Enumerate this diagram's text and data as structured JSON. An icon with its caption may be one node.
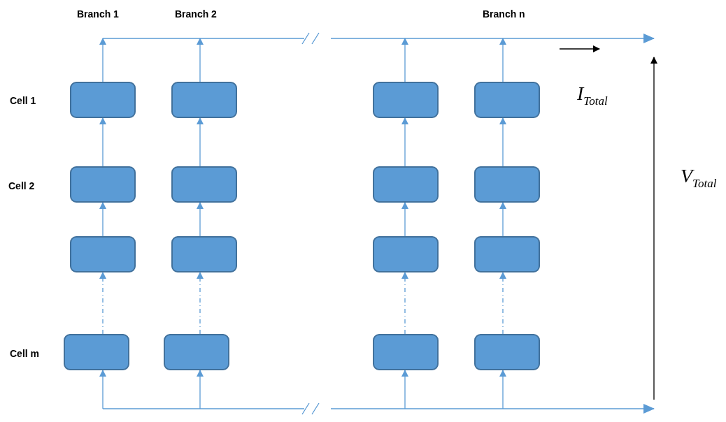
{
  "diagram": {
    "nodes": [
      {
        "text": [],
        "shape": "box"
      },
      {
        "text": [],
        "shape": "box"
      },
      {
        "text": [],
        "shape": "box"
      },
      {
        "text": [],
        "shape": "box"
      },
      {
        "text": [],
        "shape": "box"
      },
      {
        "text": [],
        "shape": "box"
      },
      {
        "text": [],
        "shape": "box"
      },
      {
        "text": [],
        "shape": "box"
      },
      {
        "text": [],
        "shape": "box"
      },
      {
        "text": [],
        "shape": "box"
      },
      {
        "text": [],
        "shape": "box"
      },
      {
        "text": [],
        "shape": "box"
      },
      {
        "text": [],
        "shape": "box"
      },
      {
        "text": [],
        "shape": "box"
      },
      {
        "text": [],
        "shape": "box"
      },
      {
        "text": [],
        "shape": "box"
      }
    ],
    "edges": [
      {
        "from": 12,
        "to": 8,
        "arrow": "to",
        "style": "dashed"
      },
      {
        "from": 13,
        "to": 9,
        "arrow": "to",
        "style": "dashed"
      },
      {
        "from": 14,
        "to": 10,
        "arrow": "to",
        "style": "dashed"
      },
      {
        "from": 15,
        "to": 11,
        "arrow": "to",
        "style": "dashed"
      },
      {
        "from": 8,
        "to": 4,
        "arrow": "to"
      },
      {
        "from": 9,
        "to": 5,
        "arrow": "to"
      },
      {
        "from": 10,
        "to": 6,
        "arrow": "to"
      },
      {
        "from": 11,
        "to": 7,
        "arrow": "to"
      },
      {
        "from": 4,
        "to": 0,
        "arrow": "to"
      },
      {
        "from": 5,
        "to": 1,
        "arrow": "to"
      },
      {
        "from": 6,
        "to": 2,
        "arrow": "to"
      },
      {
        "from": 7,
        "to": 3,
        "arrow": "to"
      },
      {
        "from": 0,
        "to": null,
        "arrow": "to"
      },
      {
        "from": 1,
        "to": null,
        "arrow": "to"
      },
      {
        "from": 2,
        "to": null,
        "arrow": "to"
      },
      {
        "from": 3,
        "to": null,
        "arrow": "to"
      },
      {
        "from": null,
        "to": 12,
        "arrow": "to"
      },
      {
        "from": null,
        "to": 13,
        "arrow": "to"
      },
      {
        "from": null,
        "to": 14,
        "arrow": "to"
      },
      {
        "from": null,
        "to": 15,
        "arrow": "to"
      }
    ],
    "labels": [
      "Branch 1",
      "Branch 2",
      "Branch n",
      "Cell 1",
      "Cell 2",
      "Cell m",
      "I$_{Total}$",
      "V$_{Total}$"
    ]
  }
}
